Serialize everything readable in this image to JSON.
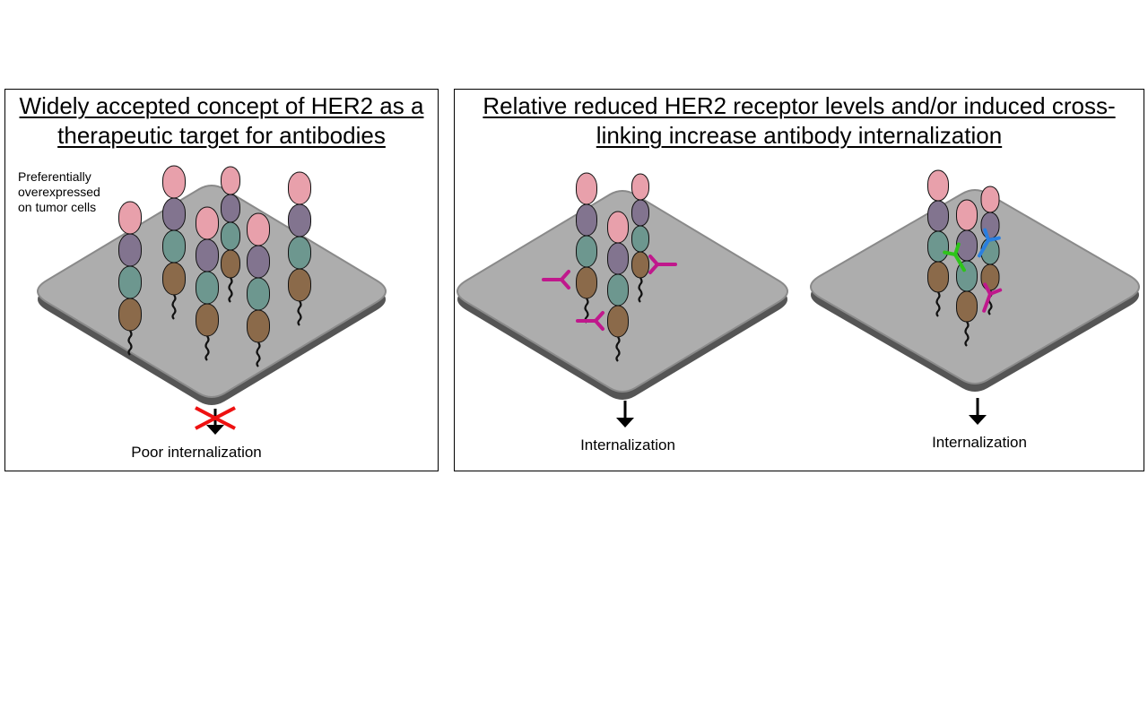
{
  "panel_left": {
    "title_line1": "Widely accepted concept of HER2 as a",
    "title_line2": "therapeutic target for antibodies",
    "note_line1": "Preferentially",
    "note_line2": "overexpressed",
    "note_line3": "on tumor cells",
    "caption": "Poor internalization"
  },
  "panel_right": {
    "title_line1": "Relative reduced HER2 receptor levels and/or induced cross-",
    "title_line2": "linking increase antibody internalization",
    "caption_a": "Internalization",
    "caption_b": "Internalization"
  },
  "colors": {
    "domain_1": "#e8a0ab",
    "domain_2": "#82748f",
    "domain_3": "#6d978f",
    "domain_4": "#8b6a4a",
    "membrane_top": "#adadad",
    "antibody_magenta": "#c0188c",
    "antibody_green": "#2ec41a",
    "antibody_blue": "#2a7fe0",
    "cross_red": "#ee1111"
  }
}
